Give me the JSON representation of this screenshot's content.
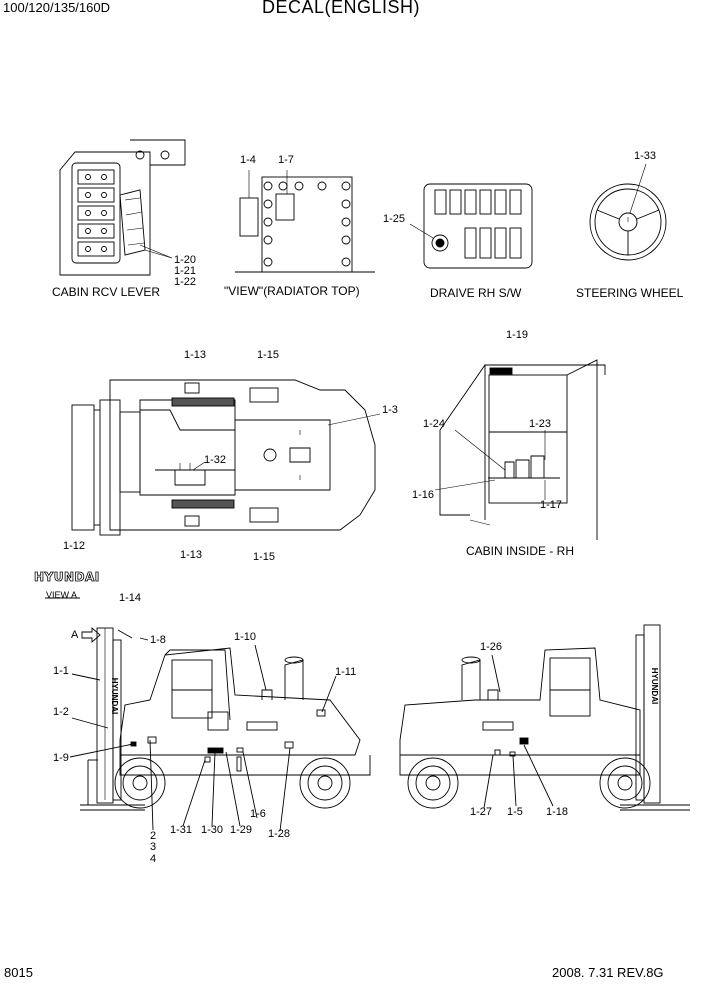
{
  "header": {
    "model": "100/120/135/160D",
    "title": "DECAL(ENGLISH)"
  },
  "footer": {
    "page": "8015",
    "revision": "2008. 7.31  REV.8G"
  },
  "captions": {
    "cabin_rcv_lever": "CABIN RCV LEVER",
    "view_radiator_top": "\"VIEW\"(RADIATOR TOP)",
    "draive_rh_sw": "DRAIVE RH S/W",
    "steering_wheel": "STEERING WHEEL",
    "cabin_inside_rh": "CABIN INSIDE - RH",
    "view_a": "VIEW A",
    "a_arrow": "A"
  },
  "logo_text": "HYUNDAI",
  "callouts": {
    "c1_20": "1-20",
    "c1_21": "1-21",
    "c1_22": "1-22",
    "c1_4": "1-4",
    "c1_7": "1-7",
    "c1_25": "1-25",
    "c1_33": "1-33",
    "c1_19": "1-19",
    "c1_24": "1-24",
    "c1_23": "1-23",
    "c1_16": "1-16",
    "c1_17": "1-17",
    "c1_13_top": "1-13",
    "c1_15_top": "1-15",
    "c1_3": "1-3",
    "c1_32": "1-32",
    "c1_13_bot": "1-13",
    "c1_15_bot": "1-15",
    "c1_12": "1-12",
    "c1_14": "1-14",
    "c1_8": "1-8",
    "c1_10": "1-10",
    "c1_11": "1-11",
    "c1_1": "1-1",
    "c1_2": "1-2",
    "c1_9": "1-9",
    "c1_6": "1-6",
    "c1_31": "1-31",
    "c1_30": "1-30",
    "c1_29": "1-29",
    "c1_28": "1-28",
    "c2": "2",
    "c3": "3",
    "c4": "4",
    "c1_26": "1-26",
    "c1_27": "1-27",
    "c1_5": "1-5",
    "c1_18": "1-18"
  }
}
